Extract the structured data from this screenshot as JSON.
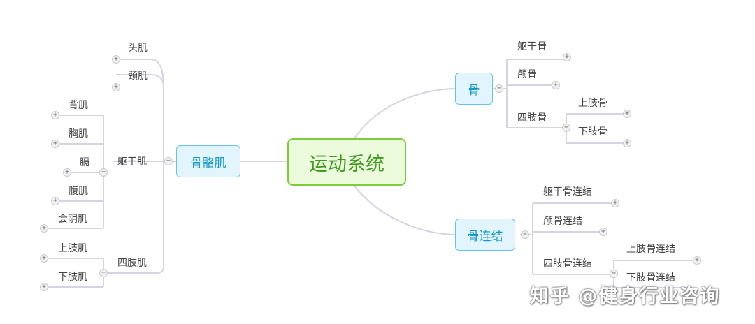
{
  "root": {
    "label": "运动系统"
  },
  "left": {
    "main": "骨骼肌",
    "head_muscle": "头肌",
    "neck_muscle": "颈肌",
    "trunk_muscle": "躯干肌",
    "trunk_children": [
      "背肌",
      "胸肌",
      "膈",
      "腹肌",
      "会阴肌"
    ],
    "limb_muscle": "四肢肌",
    "limb_children": [
      "上肢肌",
      "下肢肌"
    ]
  },
  "right": {
    "bone": {
      "main": "骨",
      "trunk_bone": "躯干骨",
      "skull_bone": "颅骨",
      "limb_bone": "四肢骨",
      "limb_children": [
        "上肢骨",
        "下肢骨"
      ]
    },
    "joint": {
      "main": "骨连结",
      "trunk_joint": "躯干骨连结",
      "skull_joint": "颅骨连结",
      "limb_joint": "四肢骨连结",
      "limb_children": [
        "上肢骨连结",
        "下肢骨连结"
      ]
    }
  },
  "toggle_symbols": {
    "expand": "+",
    "collapse": "−"
  },
  "watermark": "知乎 @健身行业咨询",
  "colors": {
    "root_border": "#7ccd3c",
    "root_fill": "#ecfbdc",
    "main_border": "#66c3e6",
    "main_fill": "#e2f5fc",
    "line": "#d6d3e3"
  }
}
